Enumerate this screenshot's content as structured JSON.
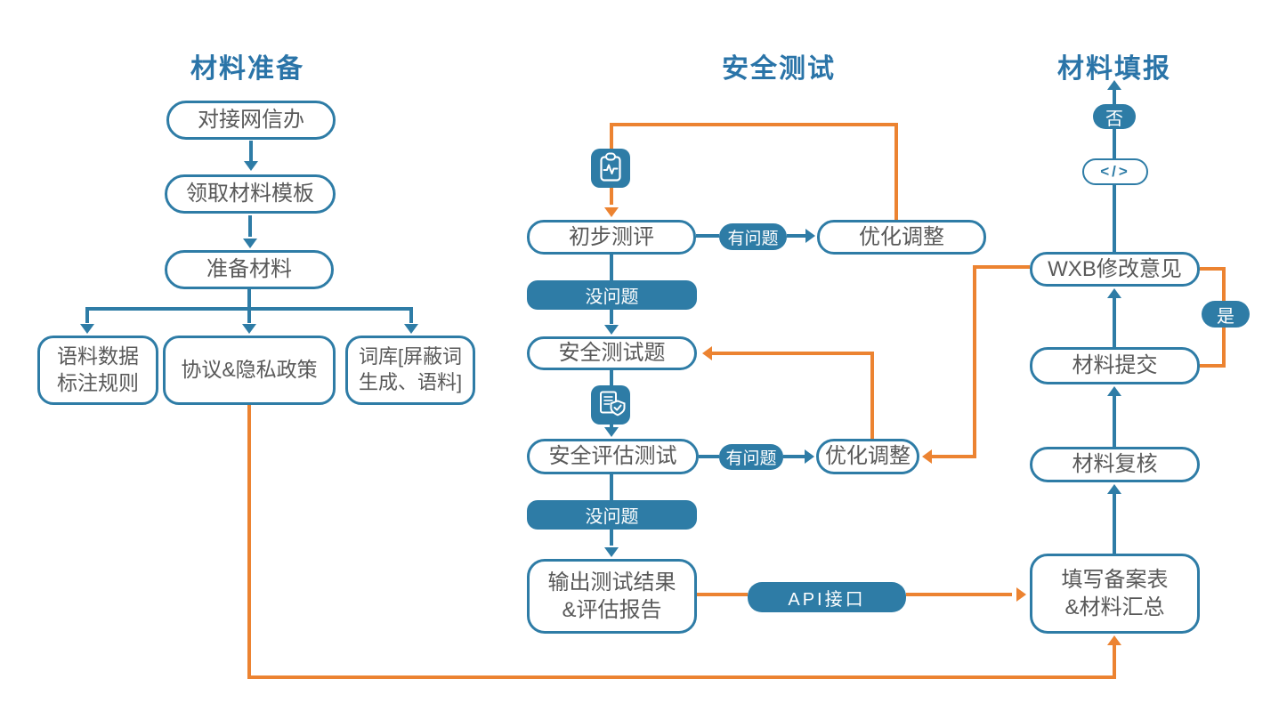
{
  "colors": {
    "blue": "#2e7ca6",
    "orange": "#ec8331",
    "text_gray": "#595959",
    "title_blue": "#2a74a8",
    "background": "#ffffff"
  },
  "prep": {
    "title": "材料准备",
    "step1": "对接网信办",
    "step2": "领取材料模板",
    "step3": "准备材料",
    "child1": [
      "语料数据",
      "标注规则"
    ],
    "child2": "协议&隐私政策",
    "child3": [
      "词库[屏蔽词",
      "生成、语料]"
    ]
  },
  "test": {
    "title": "安全测试",
    "initial": "初步测评",
    "issue1": "有问题",
    "optimize1": "优化调整",
    "ok1": "没问题",
    "questions": "安全测试题",
    "issue2": "有问题",
    "optimize2": "优化调整",
    "assess": "安全评估测试",
    "ok2": "没问题",
    "output": [
      "输出测试结果",
      "&评估报告"
    ],
    "api": "API接口"
  },
  "filing": {
    "title": "材料填报",
    "no": "否",
    "code": "</>",
    "wxb": "WXB修改意见",
    "yes": "是",
    "submit": "材料提交",
    "review": "材料复核",
    "form": [
      "填写备案表",
      "&材料汇总"
    ]
  },
  "icons": {
    "icon1": "clipboard-pulse-icon",
    "icon2": "document-shield-icon"
  }
}
